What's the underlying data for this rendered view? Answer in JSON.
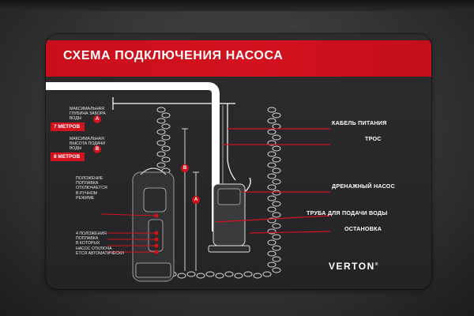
{
  "title": "СХЕМА ПОДКЛЮЧЕНИЯ НАСОСА",
  "depth_note": "МАКСИМАЛЬНАЯ\nГЛУБИНА ЗАБОРА\nВОДЫ",
  "depth_value": "7 МЕТРОВ",
  "depth_badge": "A",
  "height_note": "МАКСИМАЛЬНАЯ\nВЫСОТА ПОДАЧИ\nВОДЫ",
  "height_value": "8 МЕТРОВ",
  "height_badge": "B",
  "float_manual": "ПОЛОЖЕНИЕ\nПОПЛАВКА\nОТКЛЮЧАЕТСЯ\nВ РУЧНОМ\nРЕЖИМЕ",
  "float_auto": "4 ПОЛОЖЕНИЯ\nПОПЛАВКА\nВ КОТОРЫХ\nНАСОС ОТКЛЮЧА\nЕТСЯ АВТОМАТИЧЕСКИ",
  "diagram_badge_b": "B",
  "diagram_badge_a": "A",
  "callouts": {
    "power_cable": "КАБЕЛЬ ПИТАНИЯ",
    "rope": "ТРОС",
    "drain_pump": "ДРЕНАЖНЫЙ НАСОС",
    "water_pipe": "ТРУБА ДЛЯ ПОДАЧИ ВОДЫ",
    "stop": "ОСТАНОВКА"
  },
  "brand": "VERTON",
  "brand_mark": "®",
  "colors": {
    "accent": "#d3121e",
    "label_bg": "#2a2a2c",
    "line": "#ffffff"
  }
}
